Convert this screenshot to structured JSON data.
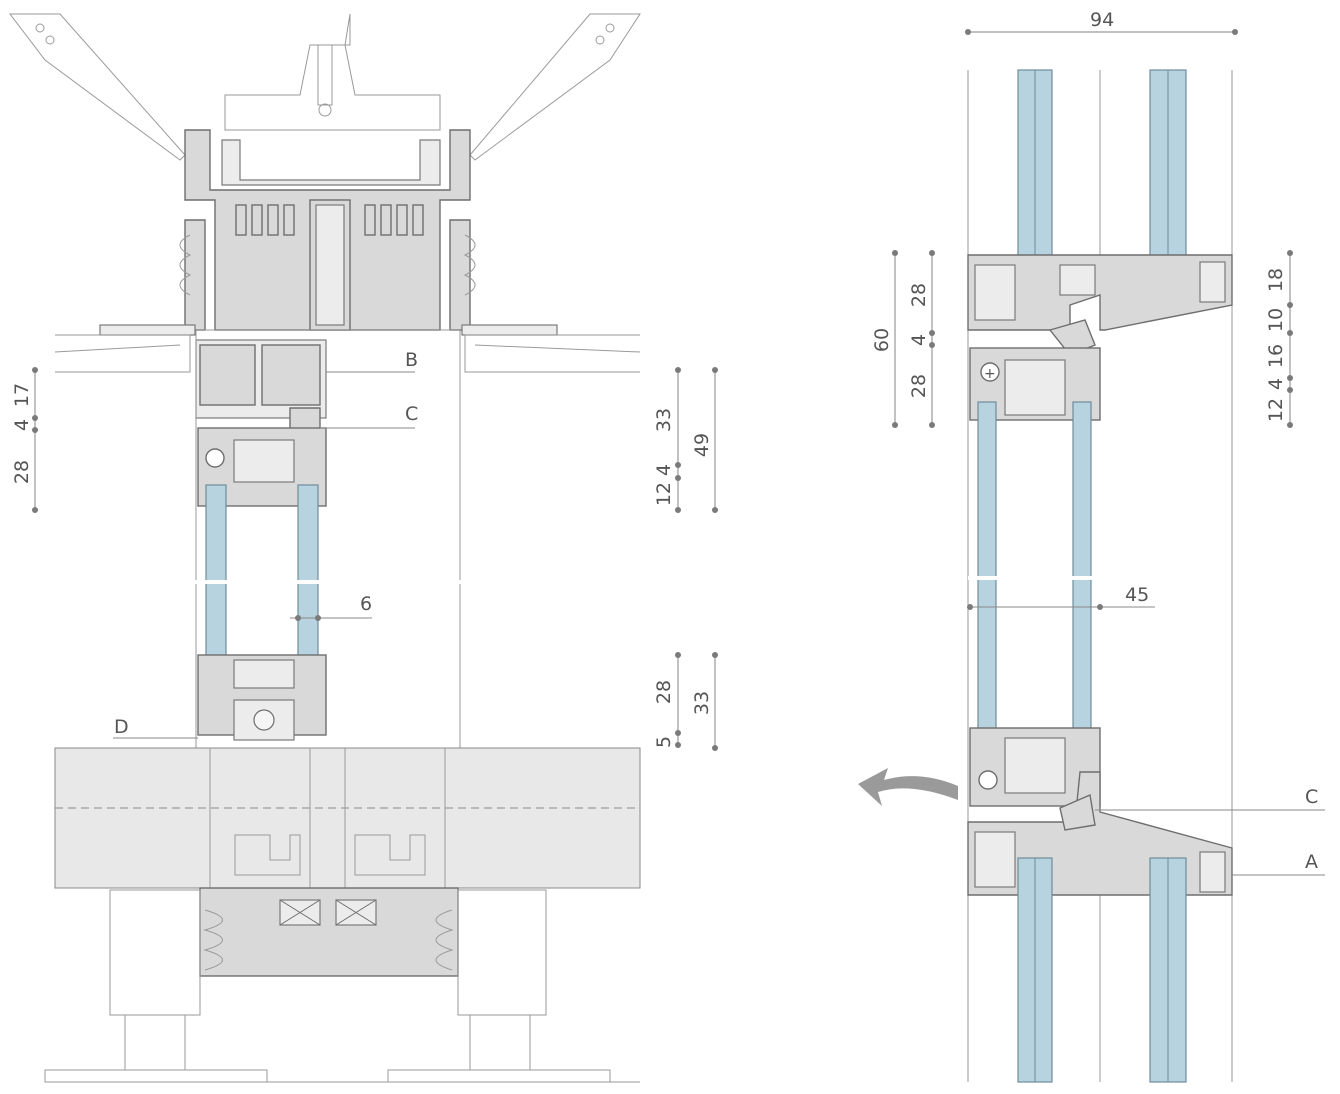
{
  "colors": {
    "glass": "#b7d3df",
    "aluminium": "#d9d9d9",
    "line": "#6e6e6e",
    "arrow": "#9a9a9a"
  },
  "left_section": {
    "labels": {
      "b": "B",
      "c": "C",
      "d": "D"
    },
    "dims_left": {
      "d17": "17",
      "d4": "4",
      "d28": "28"
    },
    "dims_mid_top": {
      "d33": "33",
      "d12_4": "12 4",
      "d49": "49"
    },
    "dim_glass": "6",
    "dims_mid_bottom": {
      "d28": "28",
      "d5": "5",
      "d33": "33"
    }
  },
  "right_section": {
    "dim_top": "94",
    "dims_left": {
      "d60": "60",
      "d28a": "28",
      "d4": "4",
      "d28b": "28"
    },
    "dims_right": {
      "d18": "18",
      "d10": "10",
      "d16": "16",
      "d4": "4",
      "d12": "12"
    },
    "dim_sash": "45",
    "labels": {
      "c": "C",
      "a": "A"
    },
    "arrow_icon": "opening-direction-arrow"
  }
}
